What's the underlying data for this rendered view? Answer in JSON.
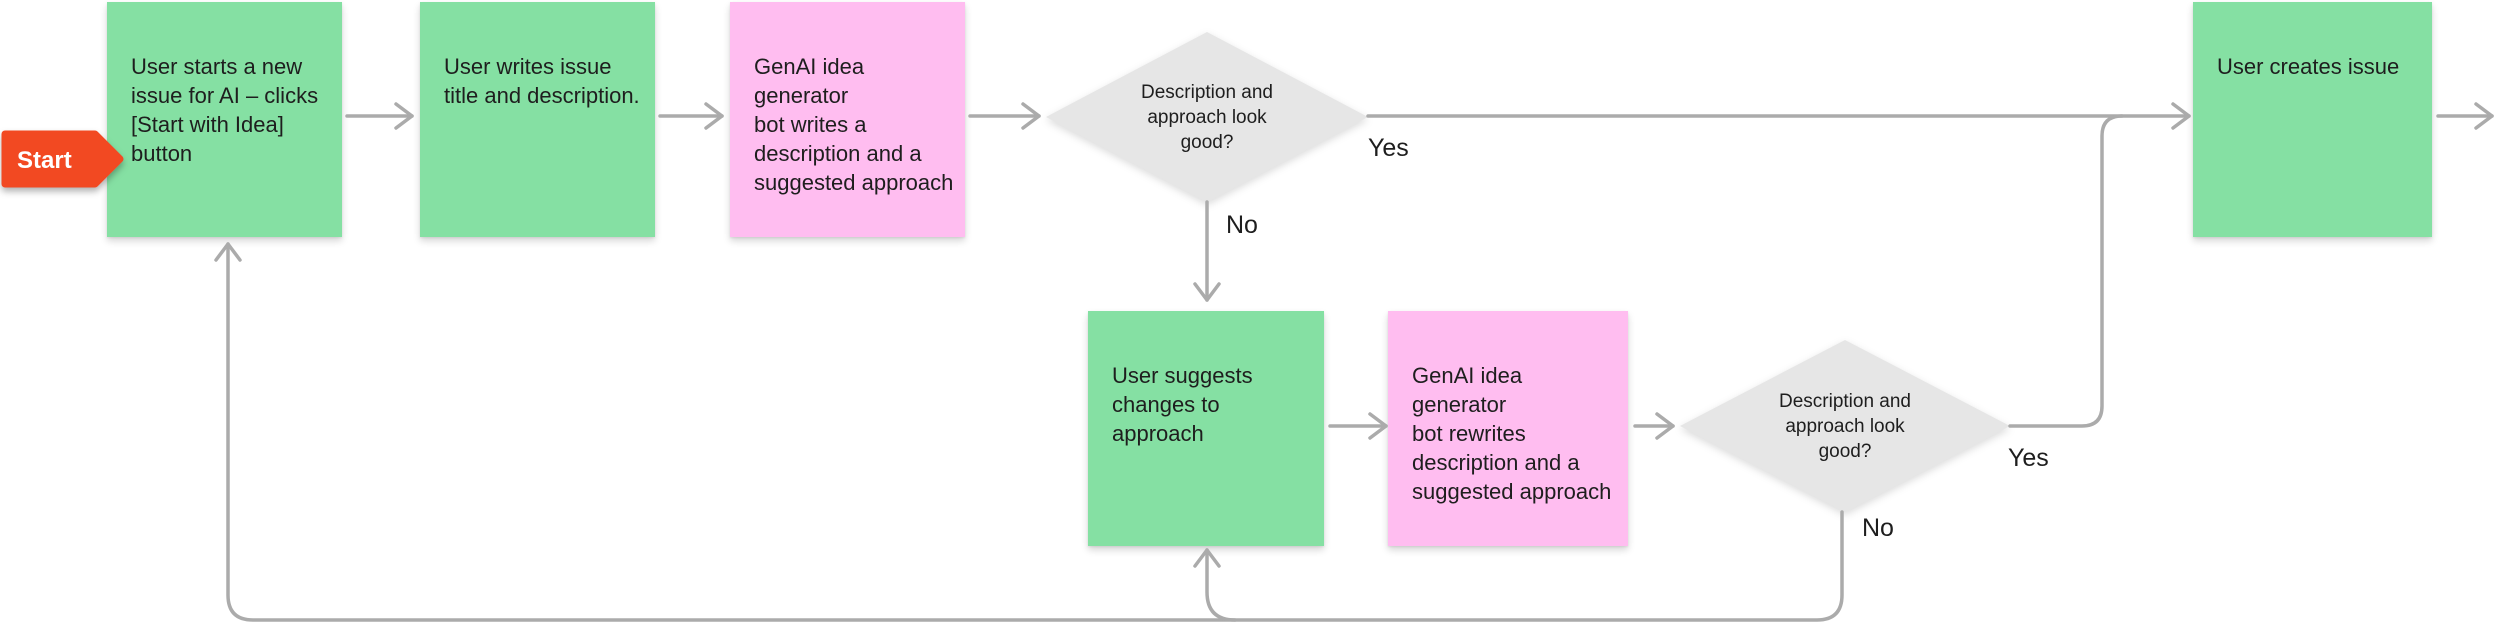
{
  "colors": {
    "canvas-bg": "#FFFFFF",
    "sticky-green": "#85E0A3",
    "sticky-pink": "#FFBDF0",
    "decision-gray": "#E6E6E6",
    "connector-gray": "#ABABAB",
    "text-dark": "#1E1E1E",
    "start-red": "#F24822",
    "start-text": "#FFFFFF"
  },
  "start_tag": {
    "label": "Start"
  },
  "nodes": {
    "new_issue": {
      "type": "sticky-green",
      "text": "User starts a new\nissue for AI – clicks\n[Start with Idea]\nbutton"
    },
    "write_title": {
      "type": "sticky-green",
      "text": "User writes issue\ntitle and description."
    },
    "bot_writes": {
      "type": "sticky-pink",
      "text": "GenAI idea generator\nbot writes a\ndescription and a\nsuggested approach"
    },
    "decision_1": {
      "type": "decision",
      "text": "Description and\napproach look\ngood?"
    },
    "suggest_changes": {
      "type": "sticky-green",
      "text": "User suggests\nchanges to approach"
    },
    "bot_rewrites": {
      "type": "sticky-pink",
      "text": "GenAI idea generator\nbot rewrites\ndescription and a\nsuggested approach"
    },
    "decision_2": {
      "type": "decision",
      "text": "Description and\napproach look\ngood?"
    },
    "create_issue": {
      "type": "sticky-green",
      "text": "User creates issue"
    }
  },
  "edge_labels": {
    "decision1_yes": "Yes",
    "decision1_no": "No",
    "decision2_yes": "Yes",
    "decision2_no": "No"
  }
}
